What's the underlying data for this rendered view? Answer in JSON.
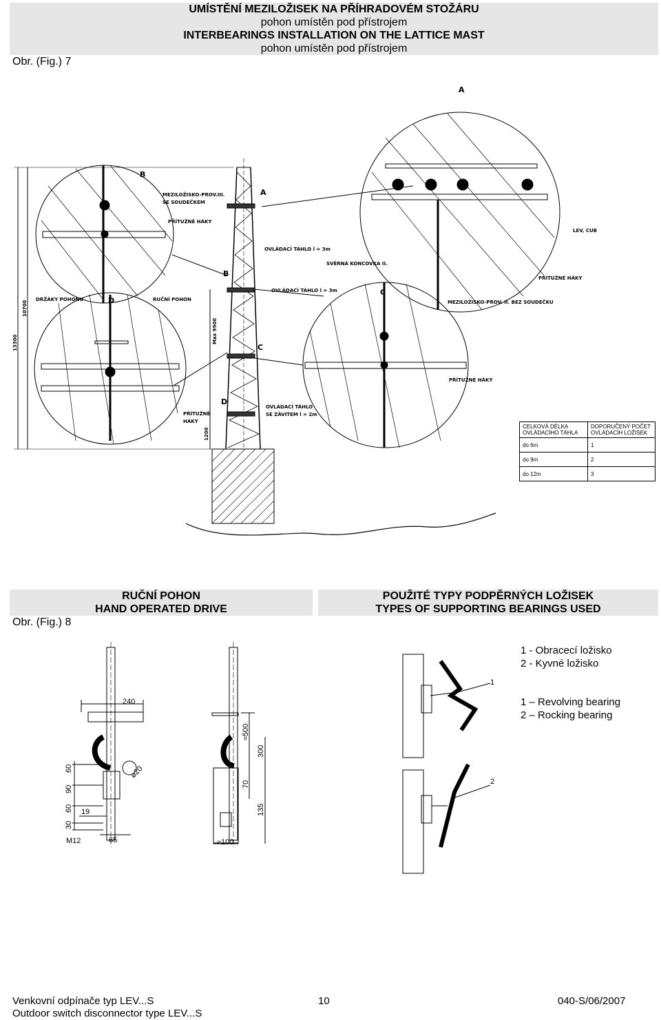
{
  "fig7": {
    "label": "Obr. (Fig.) 7",
    "title_cz": "UMÍSTĚNÍ MEZILOŽISEK NA PŘÍHRADOVÉM STOŽÁRU",
    "sub_cz": "pohon umístěn pod přístrojem",
    "title_en": "INTERBEARINGS INSTALLATION ON THE LATTICE MAST",
    "sub_en": "pohon umístěn pod přístrojem"
  },
  "drawing": {
    "A": "A",
    "B": "B",
    "C": "C",
    "D": "D",
    "mezilozisko_iii": "MEZILOŽISKO-PROV.III.",
    "se_soudeckem": "SE SOUDEČKEM",
    "prituzne_haky": "PŘÍTUŽNÉ HÁKY",
    "lev_cub": "LEV, CUB",
    "ovladaci_tahlo_3m": "OVLÁDACÍ TÁHLO l = 3m",
    "sverna_koncovka": "SVĚRNÁ KONCOVKA II.",
    "drzaky_pohonu": "DRŽÁKY POHONU",
    "rucni_pohon": "RUČNÍ POHON",
    "mezilozisko_ii": "MEZILOŽISKO-PROV. II. BEZ SOUDEČKU",
    "prituzne": "PŘÍTUŽNÉ",
    "haky": "HÁKY",
    "ovladaci_tahlo": "OVLÁDACÍ TÁHLO",
    "se_zavitem": "SE ZÁVITEM  l = 2m",
    "dim_13300": "13300",
    "dim_10700": "10700",
    "dim_max9900": "Max 9900",
    "dim_1200": "1200"
  },
  "table": {
    "col1": [
      "CELKOVÁ  DÉLKA",
      "OVLÁDACÍHO  TÁHLA"
    ],
    "col2": [
      "DOPORUČENÝ  POČET",
      "OVLÁDACÍH  LOŽISEK"
    ],
    "rows": [
      {
        "length": "do  6m",
        "count": "1"
      },
      {
        "length": "do  9m",
        "count": "2"
      },
      {
        "length": "do  12m",
        "count": "3"
      }
    ]
  },
  "fig8": {
    "label": "Obr. (Fig.) 8",
    "left_cz": "RUČNÍ POHON",
    "left_en": "HAND OPERATED DRIVE",
    "right_cz": "POUŽITÉ TYPY PODPĚRNÝCH LOŽISEK",
    "right_en": "TYPES OF SUPPORTING BEARINGS USED"
  },
  "dims": {
    "d240": "240",
    "d60": "60",
    "d90": "90",
    "d30": "30",
    "d60b": "60",
    "d19": "19",
    "dM12": "M12",
    "d65": "65",
    "dphi20": "ø20",
    "d500": "≈500",
    "d300": "300",
    "d70": "70",
    "d135": "135",
    "d100": "≈100",
    "n1": "1",
    "n2": "2"
  },
  "legend": {
    "l1": "1 - Obracecí ložisko",
    "l2": "2 - Kyvné ložisko",
    "l3": "1 – Revolving bearing",
    "l4": "2 – Rocking bearing"
  },
  "footer": {
    "left1": "Venkovní odpínače typ LEV...S",
    "left2": "Outdoor switch disconnector  type LEV...S",
    "page": "10",
    "right": "040-S/06/2007"
  }
}
